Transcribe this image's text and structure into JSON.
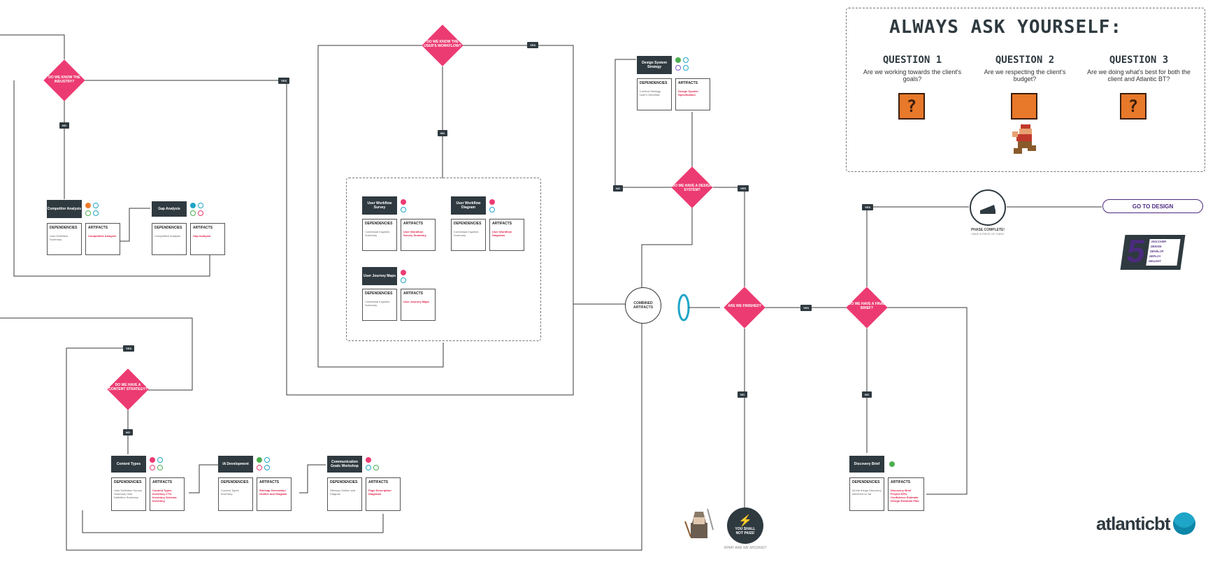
{
  "ask": {
    "title": "ALWAYS ASK YOURSELF:",
    "questions": [
      {
        "title": "QUESTION 1",
        "text": "Are we working towards the client's goals?"
      },
      {
        "title": "QUESTION 2",
        "text": "Are we respecting the client's budget?"
      },
      {
        "title": "QUESTION 3",
        "text": "Are we doing what's best for both the client and Atlantic BT?"
      }
    ],
    "block_glyph": "?"
  },
  "decisions": {
    "industry": "DO WE KNOW THE INDUSTRY?",
    "workflow": "DO WE KNOW THE USER'S WORKFLOW?",
    "design_system": "DO WE HAVE A DESIGN SYSTEM?",
    "content_strategy": "DO WE HAVE A CONTENT STRATEGY?",
    "finished": "ARE WE FINISHED?",
    "final_brief": "DO WE HAVE A FINAL BRIEF?"
  },
  "tags": {
    "yes": "YES",
    "no": "NO"
  },
  "cards": {
    "dependencies": "DEPENDENCIES",
    "artifacts": "ARTIFACTS"
  },
  "nodes": {
    "competitor": {
      "title": "Competitor Analysis",
      "deps": "User Definition Summary",
      "arts": "Competitive Analysis"
    },
    "gap": {
      "title": "Gap Analysis",
      "deps": "Competitive Analysis",
      "arts": "Gap Analysis"
    },
    "survey": {
      "title": "User Workflow Survey",
      "deps": "Contextual Inquiries Summary",
      "arts": "User Workflow Survey Summary"
    },
    "diagram": {
      "title": "User Workflow Diagram",
      "deps": "Contextual Inquiries Summary",
      "arts": "User Workflow Diagrams"
    },
    "journey": {
      "title": "User Journey Maps",
      "deps": "Contextual Inquiries Summary",
      "arts": "User Journey Maps"
    },
    "dss": {
      "title": "Design System Strategy",
      "deps": "Content Strategy User's Workflow",
      "arts": "Design System Specification"
    },
    "content_types": {
      "title": "Content Types",
      "deps": "User Definition Survey Summary User Definition Summary",
      "arts": "Content Types Inventory CTS Inventory Schema Inventory"
    },
    "ia": {
      "title": "IA Development",
      "deps": "Content Types Inventory",
      "arts": "Sitemap Generation Outline and Diagram"
    },
    "comms": {
      "title": "Communication Goals Workshop",
      "deps": "Sitemap Outline and Diagram",
      "arts": "Page Description Diagrams"
    },
    "brief": {
      "title": "Discovery Brief",
      "deps": "All the things Discovery delivered so far",
      "arts": "Discovery Brief Project KPIs Confidence Estimate Design Estimate Plan"
    }
  },
  "combined": "COMBINED ARTIFACTS",
  "phase_complete": "PHASE COMPLETE!",
  "phase_sub": "HAVE A PIECE OF CAKE!",
  "shall_not_pass": "YOU SHALL NOT PASS!",
  "missing": "WHAT ARE WE MISSING?",
  "go_to_design": "GO TO DESIGN",
  "five_d": {
    "numeral": "5",
    "words": [
      "DISCOVER",
      "DESIGN",
      "DEVELOP",
      "DEPLOY",
      "DELIGHT"
    ]
  },
  "logo": "atlanticbt",
  "colors": {
    "pink": "#ec3b72",
    "dark": "#2f3a40",
    "purple": "#4b2a7f",
    "teal": "#1ea5c8"
  }
}
